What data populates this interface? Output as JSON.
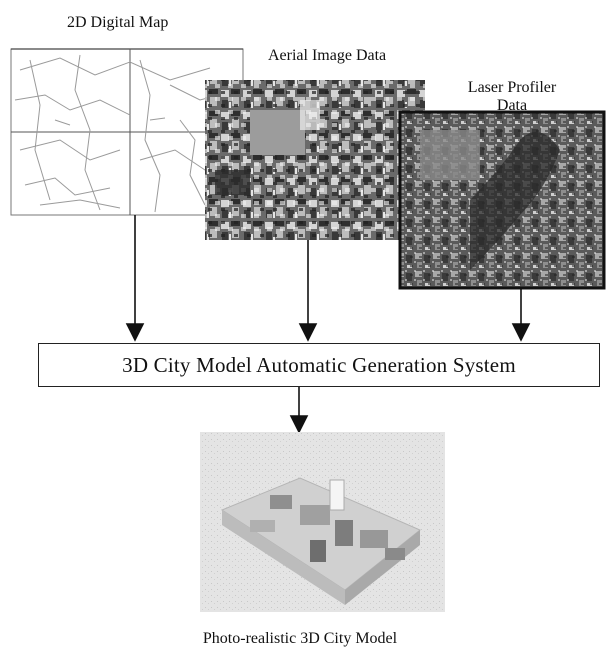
{
  "inputs": {
    "map": {
      "title": "2D Digital Map"
    },
    "aerial": {
      "title": "Aerial Image Data"
    },
    "laser": {
      "title_line1": "Laser Profiler",
      "title_line2": "Data"
    }
  },
  "system": {
    "label": "3D City Model Automatic Generation System"
  },
  "output": {
    "label": "Photo-realistic 3D City Model"
  },
  "colors": {
    "line": "#222222",
    "map_line": "#8a8a8a",
    "aerial_dark": "#3a3a3a",
    "aerial_light": "#cfcfcf",
    "model_base": "#d9d9d9"
  }
}
